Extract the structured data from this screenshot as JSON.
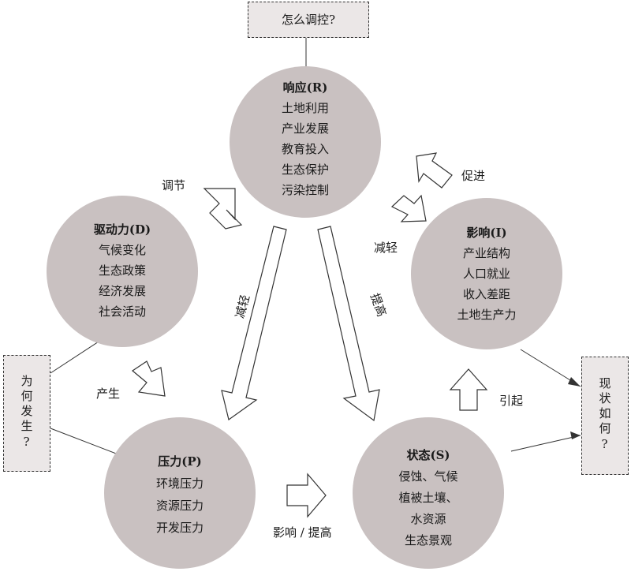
{
  "top_question": "怎么调控?",
  "left_question": "为何发生?",
  "right_question": "现状如何?",
  "response": {
    "title": "响应(R)",
    "items": [
      "土地利用",
      "产业发展",
      "教育投入",
      "生态保护",
      "污染控制"
    ]
  },
  "driving_force": {
    "title": "驱动力(D)",
    "items": [
      "气候变化",
      "生态政策",
      "经济发展",
      "社会活动"
    ]
  },
  "impact": {
    "title": "影响(I)",
    "items": [
      "产业结构",
      "人口就业",
      "收入差距",
      "土地生产力"
    ]
  },
  "pressure": {
    "title": "压力(P)",
    "items": [
      "环境压力",
      "资源压力",
      "开发压力"
    ]
  },
  "state": {
    "title": "状态(S)",
    "items": [
      "侵蚀、气候",
      "植被土壤、",
      "水资源",
      "生态景观"
    ]
  },
  "arrow_labels": {
    "regulate": "调节",
    "promote": "促进",
    "mitigate_right": "减轻",
    "generate": "产生",
    "cause": "引起",
    "impact_improve": "影响 / 提高",
    "mitigate_long": "减轻",
    "improve_long": "提高"
  },
  "colors": {
    "circle_fill": "#c9c1c1",
    "box_fill": "#ebe7e7",
    "stroke": "#333333"
  }
}
